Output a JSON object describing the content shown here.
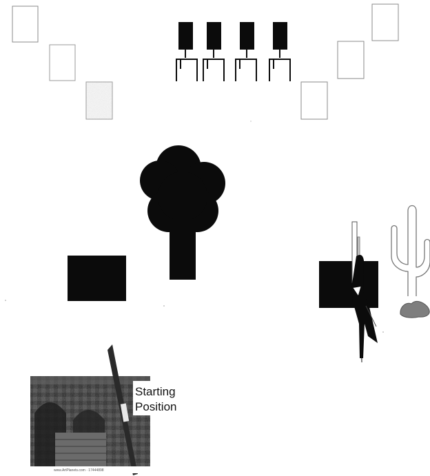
{
  "labels": {
    "starting_line1": "Starting",
    "starting_line2": "Position",
    "watermark": "www.ArtPlanets.com · 17444898"
  },
  "colors": {
    "ink": "#0b0b0b",
    "paper": "#ffffff",
    "frame_stroke": "#8a8a8a",
    "rock": "#7e7e7e",
    "cactus_stroke": "#777777"
  },
  "icons": {
    "tree": "tree-icon",
    "cactus": "cactus-icon",
    "rock": "rock-icon",
    "chairs": "chair-icon",
    "photo": "photo-thumbnail"
  }
}
